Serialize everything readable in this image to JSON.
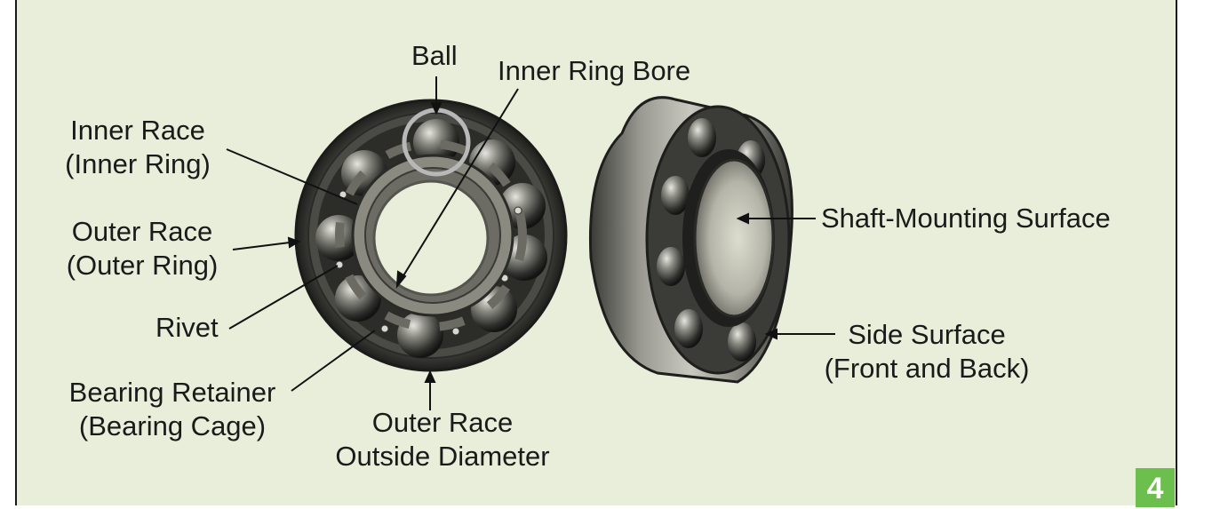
{
  "labels": {
    "ball": "Ball",
    "inner_ring_bore": "Inner Ring Bore",
    "inner_race_line1": "Inner Race",
    "inner_race_line2": "(Inner Ring)",
    "outer_race_line1": "Outer Race",
    "outer_race_line2": "(Outer Ring)",
    "rivet": "Rivet",
    "retainer_line1": "Bearing Retainer",
    "retainer_line2": "(Bearing Cage)",
    "outer_od_line1": "Outer Race",
    "outer_od_line2": "Outside Diameter",
    "shaft_mounting": "Shaft-Mounting Surface",
    "side_surface_line1": "Side Surface",
    "side_surface_line2": "(Front and Back)"
  },
  "figure_number": "4",
  "colors": {
    "background": "#e8eed9",
    "badge": "#6cbf4c",
    "highlight_circle": "#b8b8b8"
  }
}
